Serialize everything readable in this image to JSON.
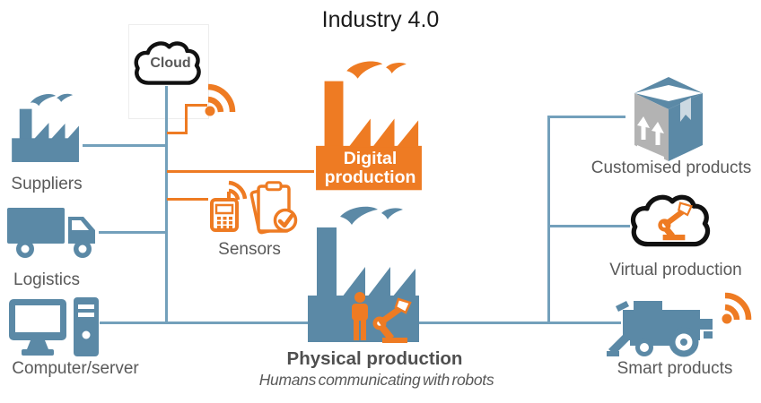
{
  "title": "Industry 4.0",
  "colors": {
    "icon_blue": "#5b89a6",
    "line_blue": "#73a0bb",
    "orange": "#ee7b23",
    "label_gray": "#595959",
    "outline_black": "#111111",
    "box_gray": "#b3b3b3"
  },
  "nodes": {
    "cloud": {
      "label": "Cloud"
    },
    "suppliers": {
      "label": "Suppliers"
    },
    "logistics": {
      "label": "Logistics"
    },
    "computer_server": {
      "label": "Computer/server"
    },
    "sensors": {
      "label": "Sensors"
    },
    "digital_production": {
      "label_line1": "Digital",
      "label_line2": "production"
    },
    "physical_production": {
      "label": "Physical production",
      "caption": "Humans communicating with robots"
    },
    "customised_products": {
      "label": "Customised products"
    },
    "virtual_production": {
      "label": "Virtual production"
    },
    "smart_products": {
      "label": "Smart products"
    }
  }
}
